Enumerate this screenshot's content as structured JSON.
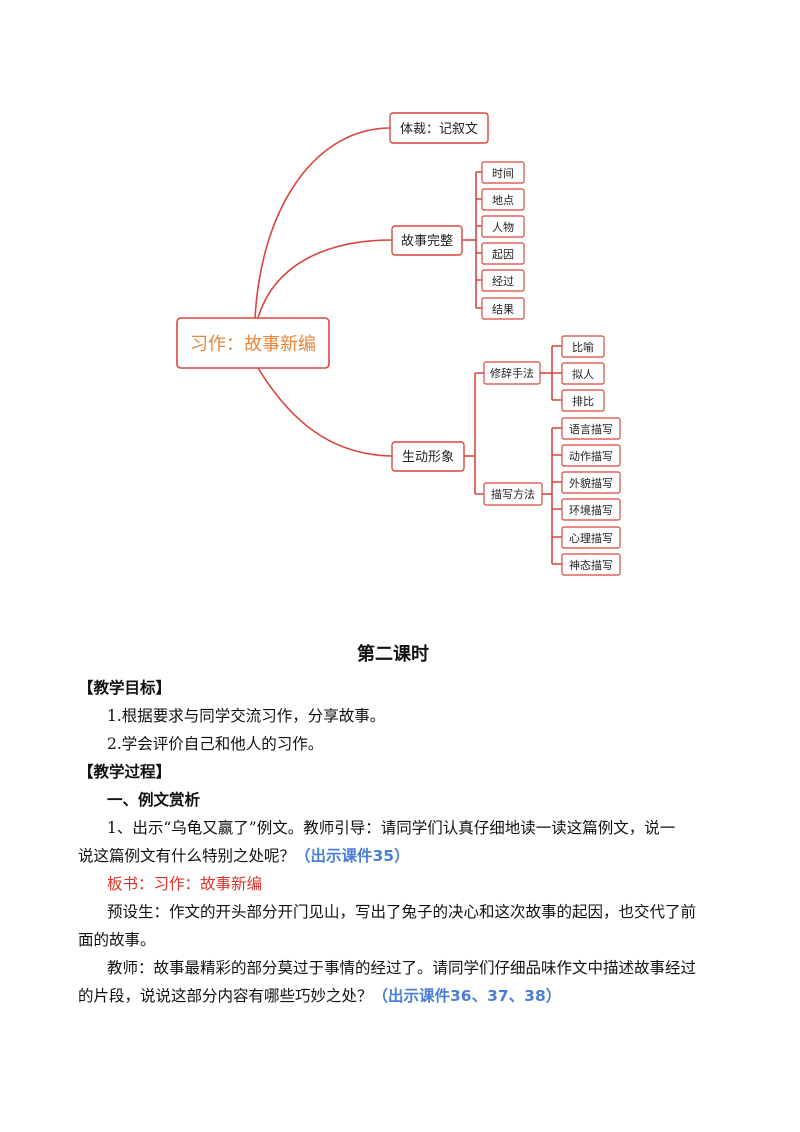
{
  "mindmap": {
    "root": "习作：故事新编",
    "branches": [
      {
        "label": "体裁：记叙文",
        "children": []
      },
      {
        "label": "故事完整",
        "children": [
          "时间",
          "地点",
          "人物",
          "起因",
          "经过",
          "结果"
        ]
      },
      {
        "label": "生动形象",
        "children": [
          {
            "label": "修辞手法",
            "children": [
              "比喻",
              "拟人",
              "排比"
            ]
          },
          {
            "label": "描写方法",
            "children": [
              "语言描写",
              "动作描写",
              "外貌描写",
              "环境描写",
              "心理描写",
              "神态描写"
            ]
          }
        ]
      }
    ],
    "colors": {
      "line": "#d9463e",
      "root_text": "#e8873a",
      "box_border": "#d9463e"
    }
  },
  "lesson": {
    "title": "第二课时",
    "goals_heading": "【教学目标】",
    "goal1": "1.根据要求与同学交流习作，分享故事。",
    "goal2": "2.学会评价自己和他人的习作。",
    "process_heading": "【教学过程】",
    "section1": "一、例文赏析",
    "p1_line1": "1、出示“乌龟又赢了”例文。教师引导：请同学们认真仔细地读一读这篇例文，说一",
    "p1_line2": "说这篇例文有什么特别之处呢？",
    "p1_ref": "（出示课件35）",
    "board": "板书：习作：故事新编",
    "p2_line1": "预设生：作文的开头部分开门见山，写出了兔子的决心和这次故事的起因，也交代了前",
    "p2_line2": "面的故事。",
    "p3_line1": "教师：故事最精彩的部分莫过于事情的经过了。请同学们仔细品味作文中描述故事经过",
    "p3_line2": "的片段，说说这部分内容有哪些巧妙之处？",
    "p3_ref": "（出示课件36、37、38）"
  }
}
